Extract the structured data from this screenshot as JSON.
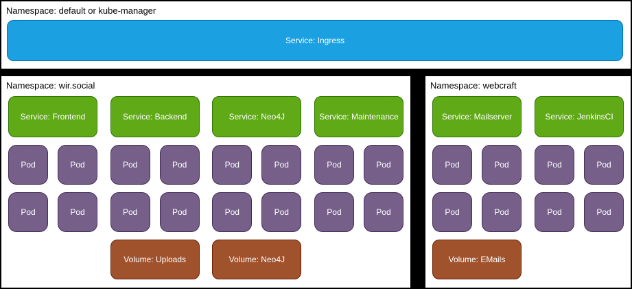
{
  "colors": {
    "blue": "#1BA1E2",
    "blue_stroke": "#006EAF",
    "green": "#60A917",
    "green_stroke": "#2D7600",
    "purple": "#76608A",
    "purple_stroke": "#432D57",
    "brown": "#A0522D",
    "brown_stroke": "#6D1F00",
    "background": "#000000",
    "namespace_background": "#FFFFFF"
  },
  "top_namespace": {
    "label": "Namespace: default or kube-manager",
    "service_label": "Service: Ingress"
  },
  "namespaces": [
    {
      "label": "Namespace: wir.social",
      "groups": [
        {
          "service_label": "Service: Frontend",
          "pod_labels": [
            "Pod",
            "Pod",
            "Pod",
            "Pod"
          ],
          "volume_label": null
        },
        {
          "service_label": "Service: Backend",
          "pod_labels": [
            "Pod",
            "Pod",
            "Pod",
            "Pod"
          ],
          "volume_label": "Volume: Uploads"
        },
        {
          "service_label": "Service: Neo4J",
          "pod_labels": [
            "Pod",
            "Pod",
            "Pod",
            "Pod"
          ],
          "volume_label": "Volume: Neo4J"
        },
        {
          "service_label": "Service: Maintenance",
          "pod_labels": [
            "Pod",
            "Pod",
            "Pod",
            "Pod"
          ],
          "volume_label": null
        }
      ]
    },
    {
      "label": "Namespace: webcraft",
      "groups": [
        {
          "service_label": "Service: Mailserver",
          "pod_labels": [
            "Pod",
            "Pod",
            "Pod",
            "Pod"
          ],
          "volume_label": "Volume: EMails"
        },
        {
          "service_label": "Service: JenkinsCI",
          "pod_labels": [
            "Pod",
            "Pod",
            "Pod",
            "Pod"
          ],
          "volume_label": null
        }
      ]
    }
  ]
}
